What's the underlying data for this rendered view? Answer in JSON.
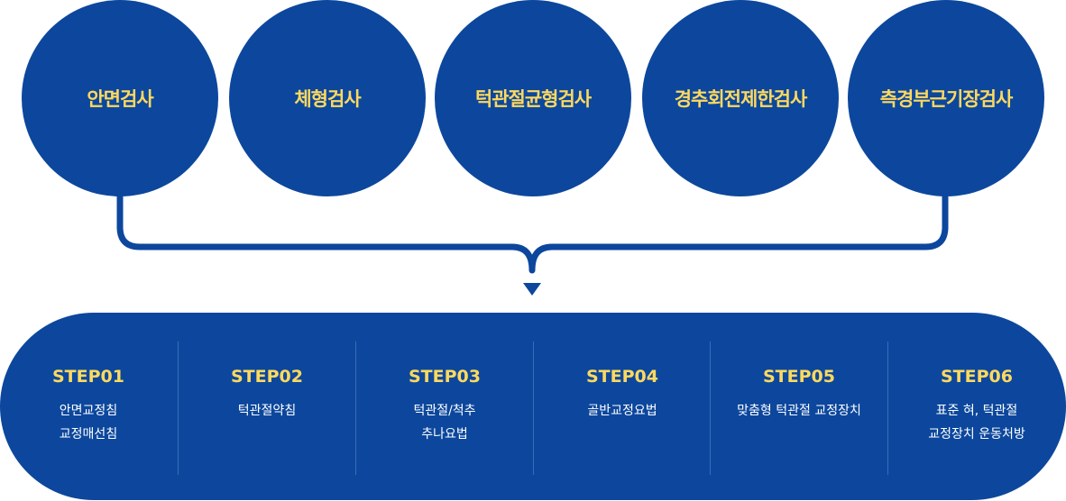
{
  "exams": [
    {
      "label": "안면검사"
    },
    {
      "label": "체형검사"
    },
    {
      "label": "턱관절균형검사"
    },
    {
      "label": "경추회전제한검사"
    },
    {
      "label": "측경부근기장검사"
    }
  ],
  "steps": [
    {
      "title": "STEP01",
      "desc1": "안면교정침",
      "desc2": "교정매선침"
    },
    {
      "title": "STEP02",
      "desc1": "턱관절약침",
      "desc2": ""
    },
    {
      "title": "STEP03",
      "desc1": "턱관절/척추",
      "desc2": "추나요법"
    },
    {
      "title": "STEP04",
      "desc1": "골반교정요법",
      "desc2": ""
    },
    {
      "title": "STEP05",
      "desc1": "맞춤형 턱관절 교정장치",
      "desc2": ""
    },
    {
      "title": "STEP06",
      "desc1": "표준 혀, 턱관절",
      "desc2": "교정장치 운동처방"
    }
  ],
  "colors": {
    "primary": "#0c479d",
    "accent": "#ffd95e",
    "text": "#ffffff"
  }
}
